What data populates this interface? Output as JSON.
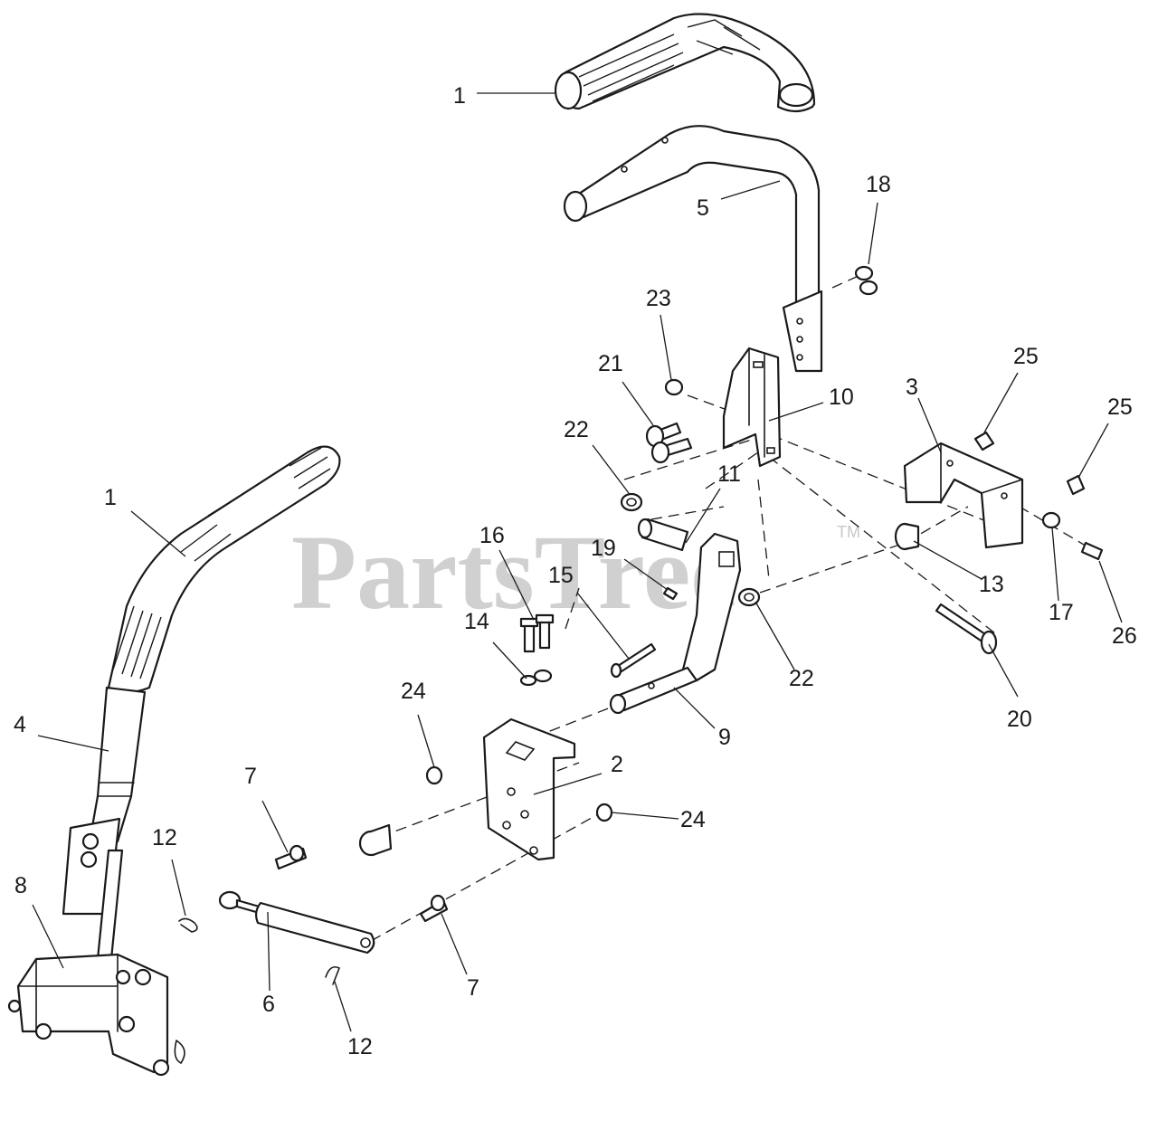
{
  "watermark": {
    "text": "PartsTree",
    "trademark": "TM",
    "color": "#c8c8c8"
  },
  "callouts": [
    {
      "id": "c1a",
      "label": "1"
    },
    {
      "id": "c5",
      "label": "5"
    },
    {
      "id": "c18",
      "label": "18"
    },
    {
      "id": "c23",
      "label": "23"
    },
    {
      "id": "c21",
      "label": "21"
    },
    {
      "id": "c10",
      "label": "10"
    },
    {
      "id": "c25a",
      "label": "25"
    },
    {
      "id": "c3",
      "label": "3"
    },
    {
      "id": "c25b",
      "label": "25"
    },
    {
      "id": "c22a",
      "label": "22"
    },
    {
      "id": "c11",
      "label": "11"
    },
    {
      "id": "c1b",
      "label": "1"
    },
    {
      "id": "c16",
      "label": "16"
    },
    {
      "id": "c19",
      "label": "19"
    },
    {
      "id": "c15",
      "label": "15"
    },
    {
      "id": "c13",
      "label": "13"
    },
    {
      "id": "c17",
      "label": "17"
    },
    {
      "id": "c26",
      "label": "26"
    },
    {
      "id": "c14",
      "label": "14"
    },
    {
      "id": "c22b",
      "label": "22"
    },
    {
      "id": "c20",
      "label": "20"
    },
    {
      "id": "c4",
      "label": "4"
    },
    {
      "id": "c24a",
      "label": "24"
    },
    {
      "id": "c9",
      "label": "9"
    },
    {
      "id": "c2",
      "label": "2"
    },
    {
      "id": "c7a",
      "label": "7"
    },
    {
      "id": "c24b",
      "label": "24"
    },
    {
      "id": "c12a",
      "label": "12"
    },
    {
      "id": "c8",
      "label": "8"
    },
    {
      "id": "c6",
      "label": "6"
    },
    {
      "id": "c7b",
      "label": "7"
    },
    {
      "id": "c12b",
      "label": "12"
    }
  ]
}
